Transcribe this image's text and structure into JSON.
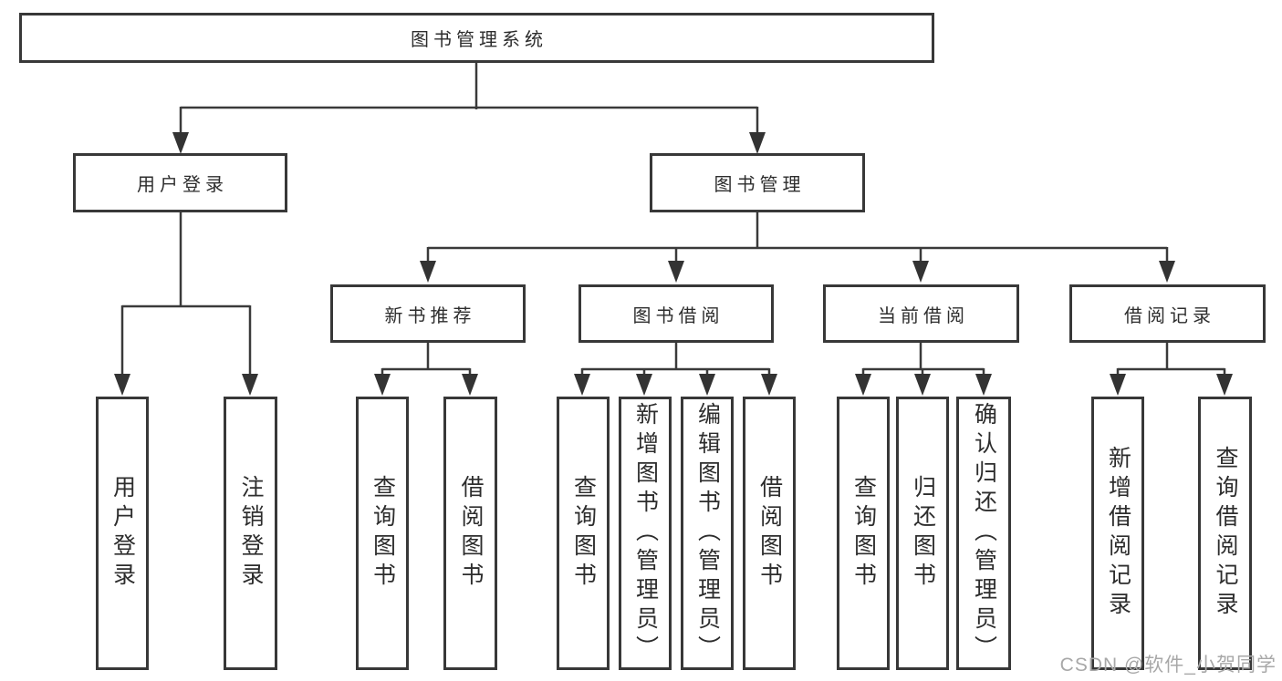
{
  "diagram": {
    "title_node": "图书管理系统",
    "colors": {
      "line": "#3a3a3a",
      "border": "#383838",
      "text": "#2d2d2d",
      "watermark_text": "#a8a8a8",
      "background": "#ffffff"
    },
    "nodes": {
      "root": "图书管理系统",
      "user_login": "用户登录",
      "book_mgmt": "图书管理",
      "new_book_rec": "新书推荐",
      "book_borrow": "图书借阅",
      "current_borrow": "当前借阅",
      "borrow_records": "借阅记录",
      "leaf_user_login": "用户登录",
      "leaf_logout": "注销登录",
      "leaf_query_book_1": "查询图书",
      "leaf_borrow_book_1": "借阅图书",
      "leaf_query_book_2": "查询图书",
      "leaf_add_book": "新增图书（管理员）",
      "leaf_edit_book": "编辑图书（管理员）",
      "leaf_borrow_book_2": "借阅图书",
      "leaf_query_book_3": "查询图书",
      "leaf_return_book": "归还图书",
      "leaf_confirm_return": "确认归还（管理员）",
      "leaf_add_record": "新增借阅记录",
      "leaf_query_record": "查询借阅记录"
    },
    "watermark": "CSDN @软件_小贺同学"
  }
}
